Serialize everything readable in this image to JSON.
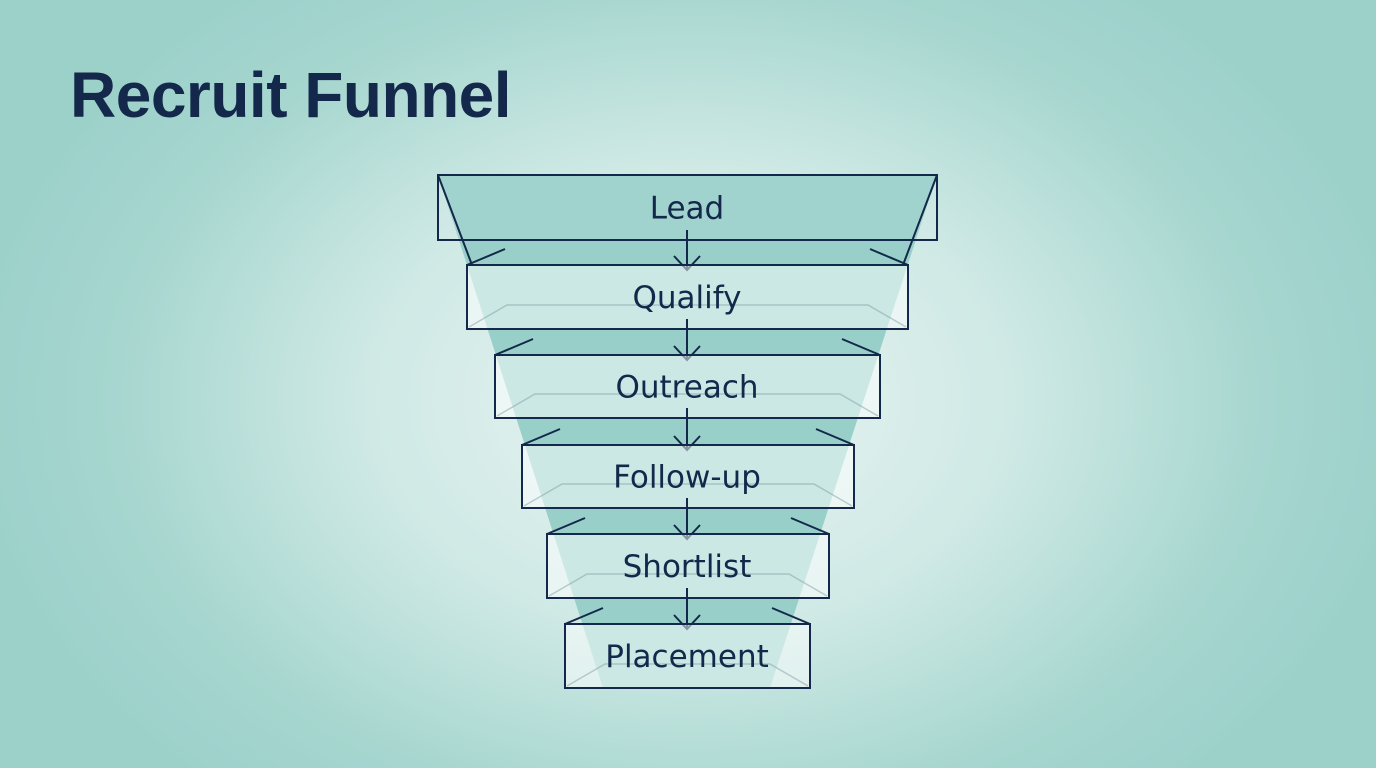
{
  "title": "Recruit Funnel",
  "stages": [
    {
      "label": "Lead"
    },
    {
      "label": "Qualify"
    },
    {
      "label": "Outreach"
    },
    {
      "label": "Follow-up"
    },
    {
      "label": "Shortlist"
    },
    {
      "label": "Placement"
    }
  ],
  "colors": {
    "funnel": "#98d0c9",
    "ink": "#13284a"
  }
}
